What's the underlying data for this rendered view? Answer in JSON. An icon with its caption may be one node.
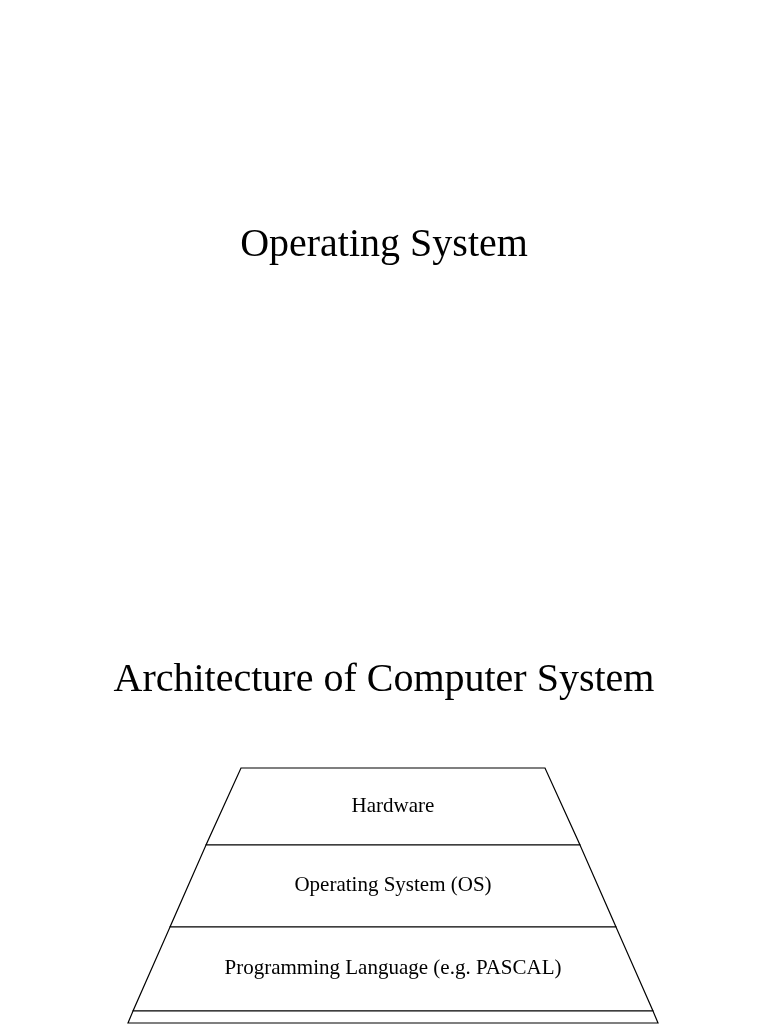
{
  "diagram": {
    "title": "Operating System",
    "nodes": [
      {
        "text": [
          "Hardware"
        ]
      },
      {
        "text": [
          "Operating System (OS)"
        ]
      },
      {
        "text": [
          "Programming Language (e.g. PASCAL)"
        ]
      },
      {
        "text": [],
        "shape": "trapezoid"
      }
    ],
    "edges": [],
    "labels": [
      "Architecture of Computer System"
    ]
  }
}
